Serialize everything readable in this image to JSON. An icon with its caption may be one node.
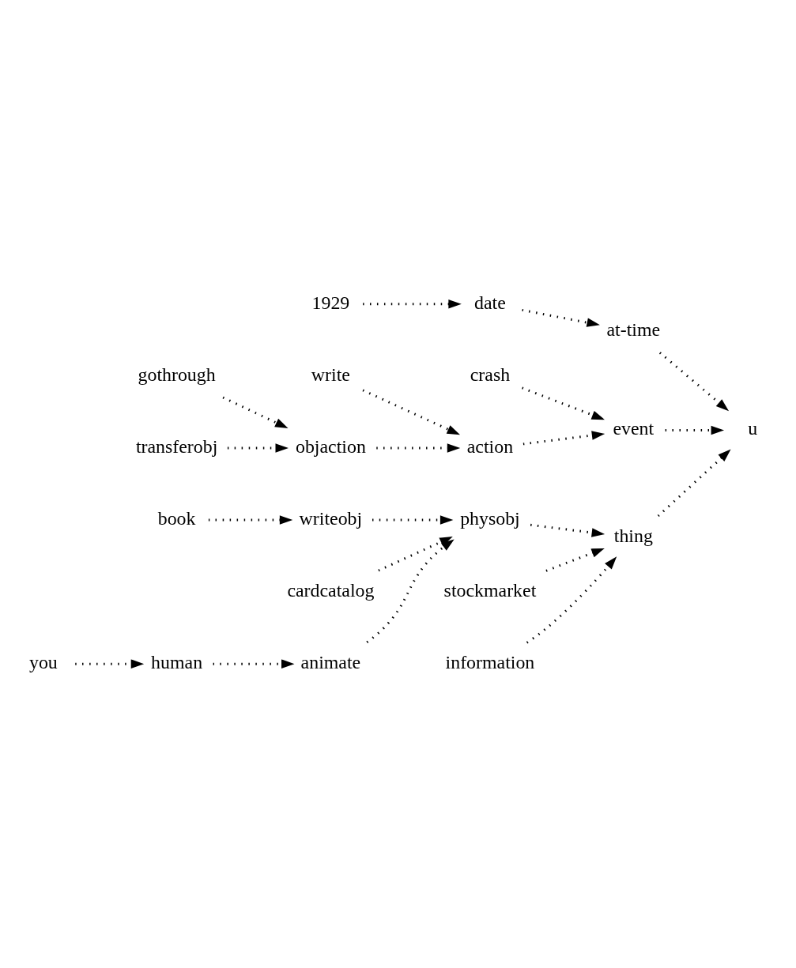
{
  "diagram": {
    "nodes": [
      {
        "text": [
          "crash"
        ]
      },
      {
        "text": [
          "event"
        ]
      },
      {
        "text": [
          "write"
        ]
      },
      {
        "text": [
          "action"
        ]
      },
      {
        "text": [
          "gothrough"
        ]
      },
      {
        "text": [
          "objaction"
        ]
      },
      {
        "text": [
          "transferobj"
        ]
      },
      {
        "text": [
          "1929"
        ]
      },
      {
        "text": [
          "date"
        ]
      },
      {
        "text": [
          "at-time"
        ]
      },
      {
        "text": [
          "u"
        ]
      },
      {
        "text": [
          "information"
        ]
      },
      {
        "text": [
          "thing"
        ]
      },
      {
        "text": [
          "cardcatalog"
        ]
      },
      {
        "text": [
          "you"
        ]
      },
      {
        "text": [
          "human"
        ]
      },
      {
        "text": [
          "animate"
        ]
      },
      {
        "text": [
          "physobj"
        ]
      },
      {
        "text": [
          "book"
        ]
      },
      {
        "text": [
          "writeobj"
        ]
      },
      {
        "text": [
          "stockmarket"
        ]
      }
    ],
    "edges": [
      {
        "from": 0,
        "to": 1,
        "arrow": "to"
      },
      {
        "from": 3,
        "to": 1,
        "arrow": "to"
      },
      {
        "from": 2,
        "to": 3,
        "arrow": "to"
      },
      {
        "from": 5,
        "to": 3,
        "arrow": "to"
      },
      {
        "from": 4,
        "to": 5,
        "arrow": "to"
      },
      {
        "from": 6,
        "to": 5,
        "arrow": "to"
      },
      {
        "from": 7,
        "to": 8,
        "arrow": "to"
      },
      {
        "from": 8,
        "to": 9,
        "arrow": "to"
      },
      {
        "from": 9,
        "to": 10,
        "arrow": "to"
      },
      {
        "from": 1,
        "to": 10,
        "arrow": "to"
      },
      {
        "from": 12,
        "to": 10,
        "arrow": "to"
      },
      {
        "from": 11,
        "to": 12,
        "arrow": "to"
      },
      {
        "from": 17,
        "to": 12,
        "arrow": "to"
      },
      {
        "from": 20,
        "to": 12,
        "arrow": "to"
      },
      {
        "from": 13,
        "to": 17,
        "arrow": "to"
      },
      {
        "from": 16,
        "to": 17,
        "arrow": "to"
      },
      {
        "from": 19,
        "to": 17,
        "arrow": "to"
      },
      {
        "from": 14,
        "to": 15,
        "arrow": "to"
      },
      {
        "from": 15,
        "to": 16,
        "arrow": "to"
      },
      {
        "from": 18,
        "to": 19,
        "arrow": "to"
      }
    ]
  }
}
